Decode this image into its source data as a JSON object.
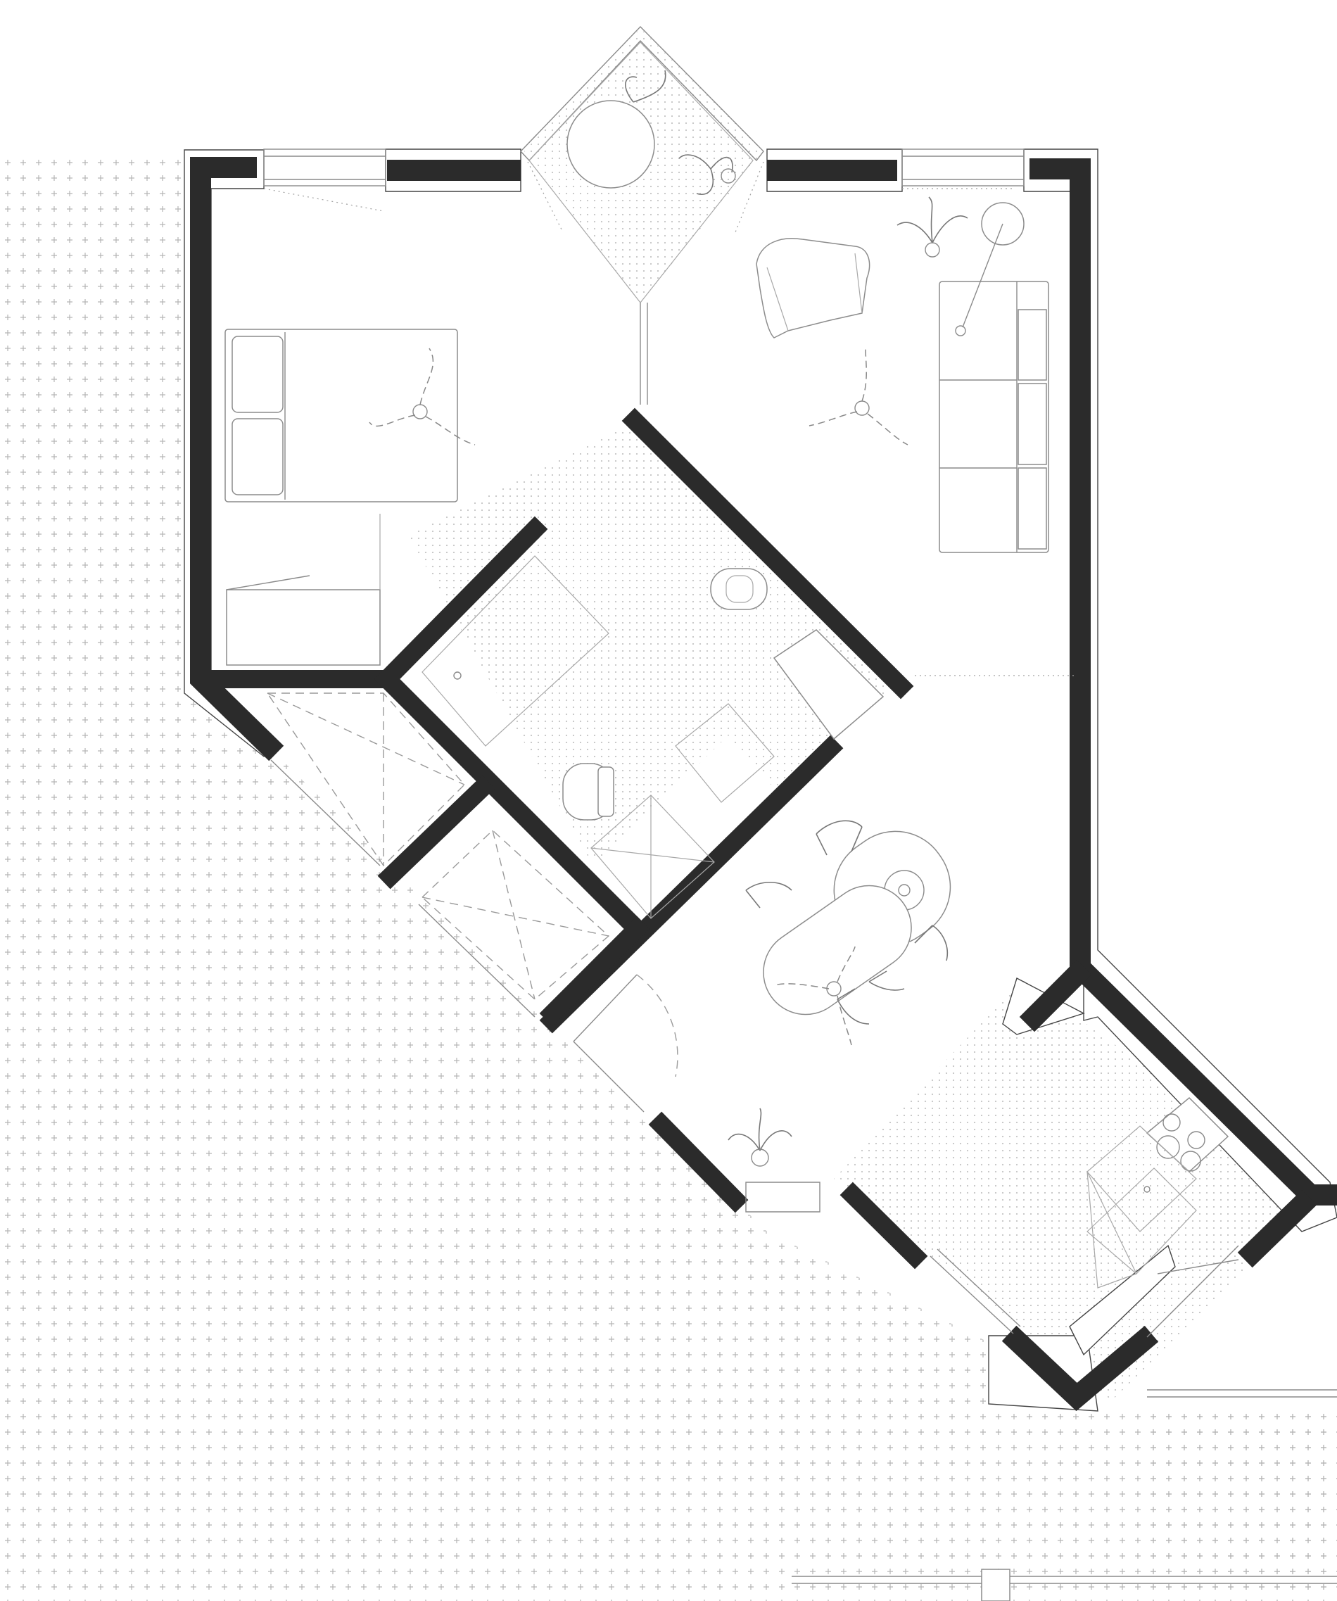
{
  "drawing": {
    "type": "architectural floor plan",
    "colors": {
      "wall": "#2b2b2b",
      "furniture_line": "#8c8c8c",
      "hatch": "#b5b5b5",
      "background": "#ffffff"
    },
    "rooms": [
      "bedroom",
      "bay-window-seat",
      "living-room",
      "bathroom",
      "hall-closets",
      "dining-area",
      "kitchen"
    ],
    "furniture": [
      "double-bed",
      "wardrobe",
      "armchair",
      "sofa",
      "floor-lamp",
      "round-table",
      "oval-dining-table",
      "chairs",
      "toilet",
      "sink",
      "shower",
      "cooktop",
      "kitchen-counter",
      "potted-plants",
      "ceiling-fans"
    ],
    "text_labels": []
  }
}
